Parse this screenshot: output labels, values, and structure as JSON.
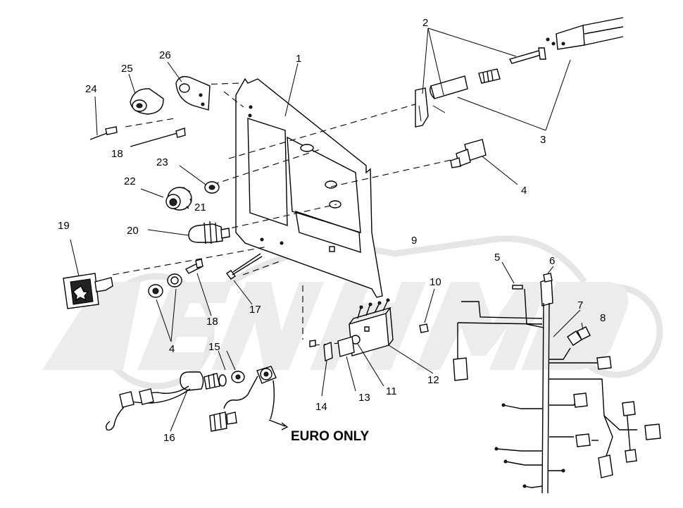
{
  "labels": {
    "l1": "1",
    "l2": "2",
    "l3": "3",
    "l4a": "4",
    "l4b": "4",
    "l5": "5",
    "l6": "6",
    "l7": "7",
    "l8": "8",
    "l9": "9",
    "l10": "10",
    "l11": "11",
    "l12": "12",
    "l13": "13",
    "l14": "14",
    "l15": "15",
    "l16": "16",
    "l17": "17",
    "l18a": "18",
    "l18b": "18",
    "l19": "19",
    "l20": "20",
    "l21": "21",
    "l22": "22",
    "l23": "23",
    "l24": "24",
    "l25": "25",
    "l26": "26"
  },
  "euro_note": "EURO ONLY"
}
